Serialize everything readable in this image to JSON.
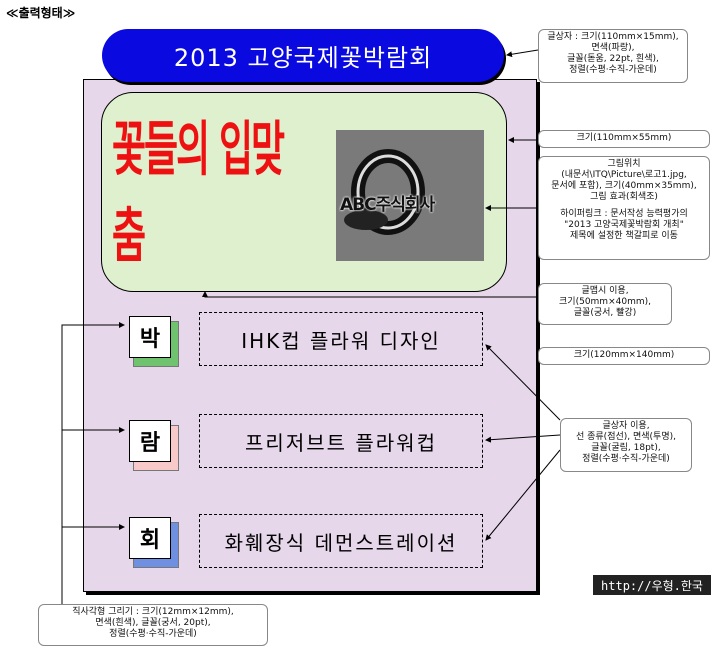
{
  "header_label": "≪출력형태≫",
  "title_banner": "2013 고양국제꽃박람회",
  "poster": {
    "headline": "꽃들의 입맞춤",
    "logo_text": "ABC주식회사"
  },
  "items": [
    {
      "char": "박",
      "text": "IHK컵 플라워 디자인",
      "accent": "#6fc36f"
    },
    {
      "char": "람",
      "text": "프리저브트 플라워컵",
      "accent": "#f7c9c9"
    },
    {
      "char": "회",
      "text": "화훼장식 데먼스트레이션",
      "accent": "#6f8fe0"
    }
  ],
  "callouts": {
    "title_box": [
      "글상자 : 크기(110mm×15mm),",
      "면색(파랑),",
      "글꼴(돋움, 22pt, 흰색),",
      "정렬(수평·수직-가운데)"
    ],
    "poster_size": [
      "크기(110mm×55mm)"
    ],
    "picture": [
      "그림위치",
      "(내문서\\ITQ\\Picture\\로고1.jpg,",
      "문서에 포함), 크기(40mm×35mm),",
      "그림 효과(회색조)",
      "",
      "하이퍼링크 : 문서작성 능력평가의",
      "\"2013 고양국제꽃박람회 개최\"",
      "제목에 설정한 책갈피로 이동"
    ],
    "clipart": [
      "글맵시 이용,",
      "크기(50mm×40mm),",
      "글꼴(궁서, 빨강)"
    ],
    "panel_size": [
      "크기(120mm×140mm)"
    ],
    "textbox": [
      "글상자 이용,",
      "선 종류(점선), 면색(투명),",
      "글꼴(굴림, 18pt),",
      "정렬(수평·수직-가운데)"
    ],
    "rect": [
      "직사각형 그리기 : 크기(12mm×12mm),",
      "면색(흰색), 글꼴(궁서, 20pt),",
      "정렬(수평·수직-가운데)"
    ]
  },
  "watermark": "http://우형.한국",
  "colors": {
    "banner": "#0a0ae0",
    "panel": "#e6d7ea",
    "poster": "#dff0cf",
    "headline": "#ee1111"
  }
}
